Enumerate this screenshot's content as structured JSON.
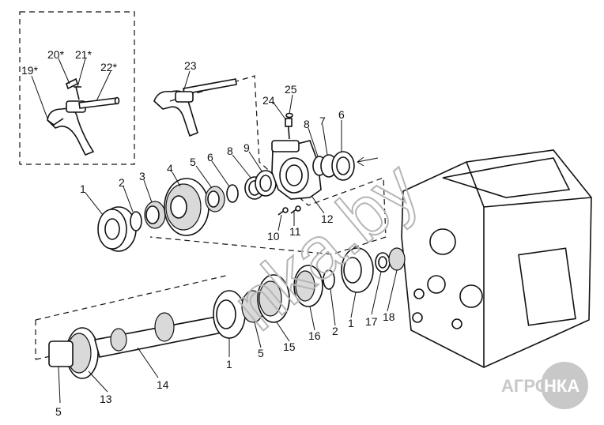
{
  "labels": {
    "l1a": "1",
    "l2a": "2",
    "l3": "3",
    "l4": "4",
    "l5a": "5",
    "l6a": "6",
    "l8a": "8",
    "l9": "9",
    "l12": "12",
    "l10": "10",
    "l11": "11",
    "l24": "24",
    "l25": "25",
    "l8b": "8",
    "l7": "7",
    "l6b": "6",
    "l23": "23",
    "l19": "19*",
    "l20": "20*",
    "l21": "21*",
    "l22": "22*",
    "l1b": "1",
    "l5b": "5",
    "l15": "15",
    "l16": "16",
    "l2b": "2",
    "l1c": "1",
    "l17": "17",
    "l18": "18",
    "l14": "14",
    "l13": "13",
    "l5c": "5"
  },
  "watermark": "nka.by",
  "logo": {
    "left": "АГРО",
    "right": "НКА"
  }
}
